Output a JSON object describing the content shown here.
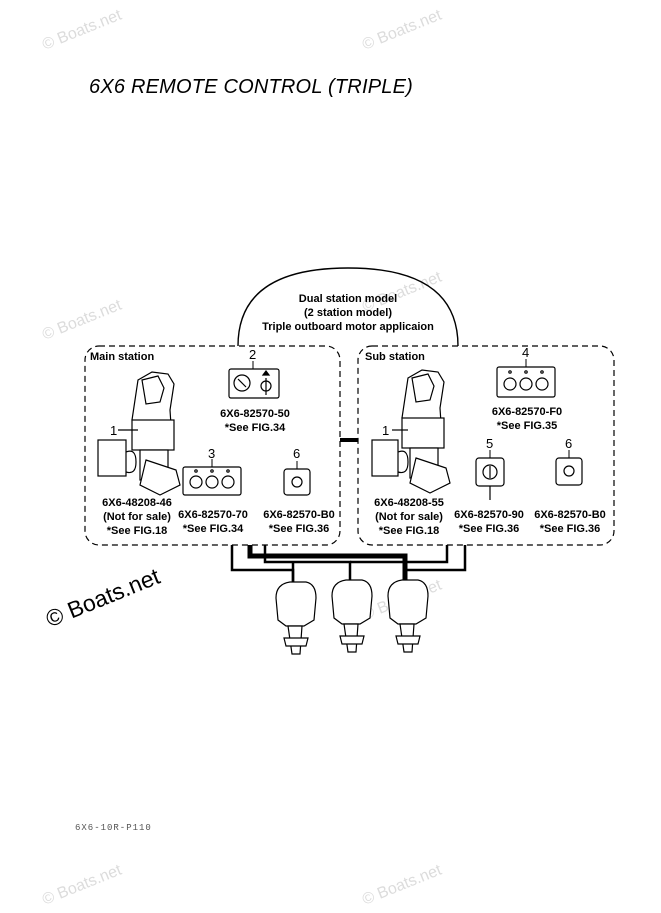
{
  "title": "6X6 REMOTE CONTROL (TRIPLE)",
  "watermark": "© Boats.net",
  "header_box": {
    "line1": "Dual station model",
    "line2": "(2 station model)",
    "line3": "Triple outboard motor applicaion"
  },
  "main_station": {
    "label": "Main station",
    "parts": [
      {
        "num": "1",
        "part_no": "6X6-48208-46",
        "note": "(Not for sale)",
        "ref": "*See FIG.18"
      },
      {
        "num": "2",
        "part_no": "6X6-82570-50",
        "ref": "*See FIG.34"
      },
      {
        "num": "3",
        "part_no": "6X6-82570-70",
        "ref": "*See FIG.34"
      },
      {
        "num": "6",
        "part_no": "6X6-82570-B0",
        "ref": "*See FIG.36"
      }
    ]
  },
  "sub_station": {
    "label": "Sub station",
    "parts": [
      {
        "num": "1",
        "part_no": "6X6-48208-55",
        "note": "(Not for sale)",
        "ref": "*See FIG.18"
      },
      {
        "num": "4",
        "part_no": "6X6-82570-F0",
        "ref": "*See FIG.35"
      },
      {
        "num": "5",
        "part_no": "6X6-82570-90",
        "ref": "*See FIG.36"
      },
      {
        "num": "6",
        "part_no": "6X6-82570-B0",
        "ref": "*See FIG.36"
      }
    ]
  },
  "footer_code": "6X6-10R-P110",
  "colors": {
    "line": "#000000",
    "watermark": "#dcdcdc"
  }
}
